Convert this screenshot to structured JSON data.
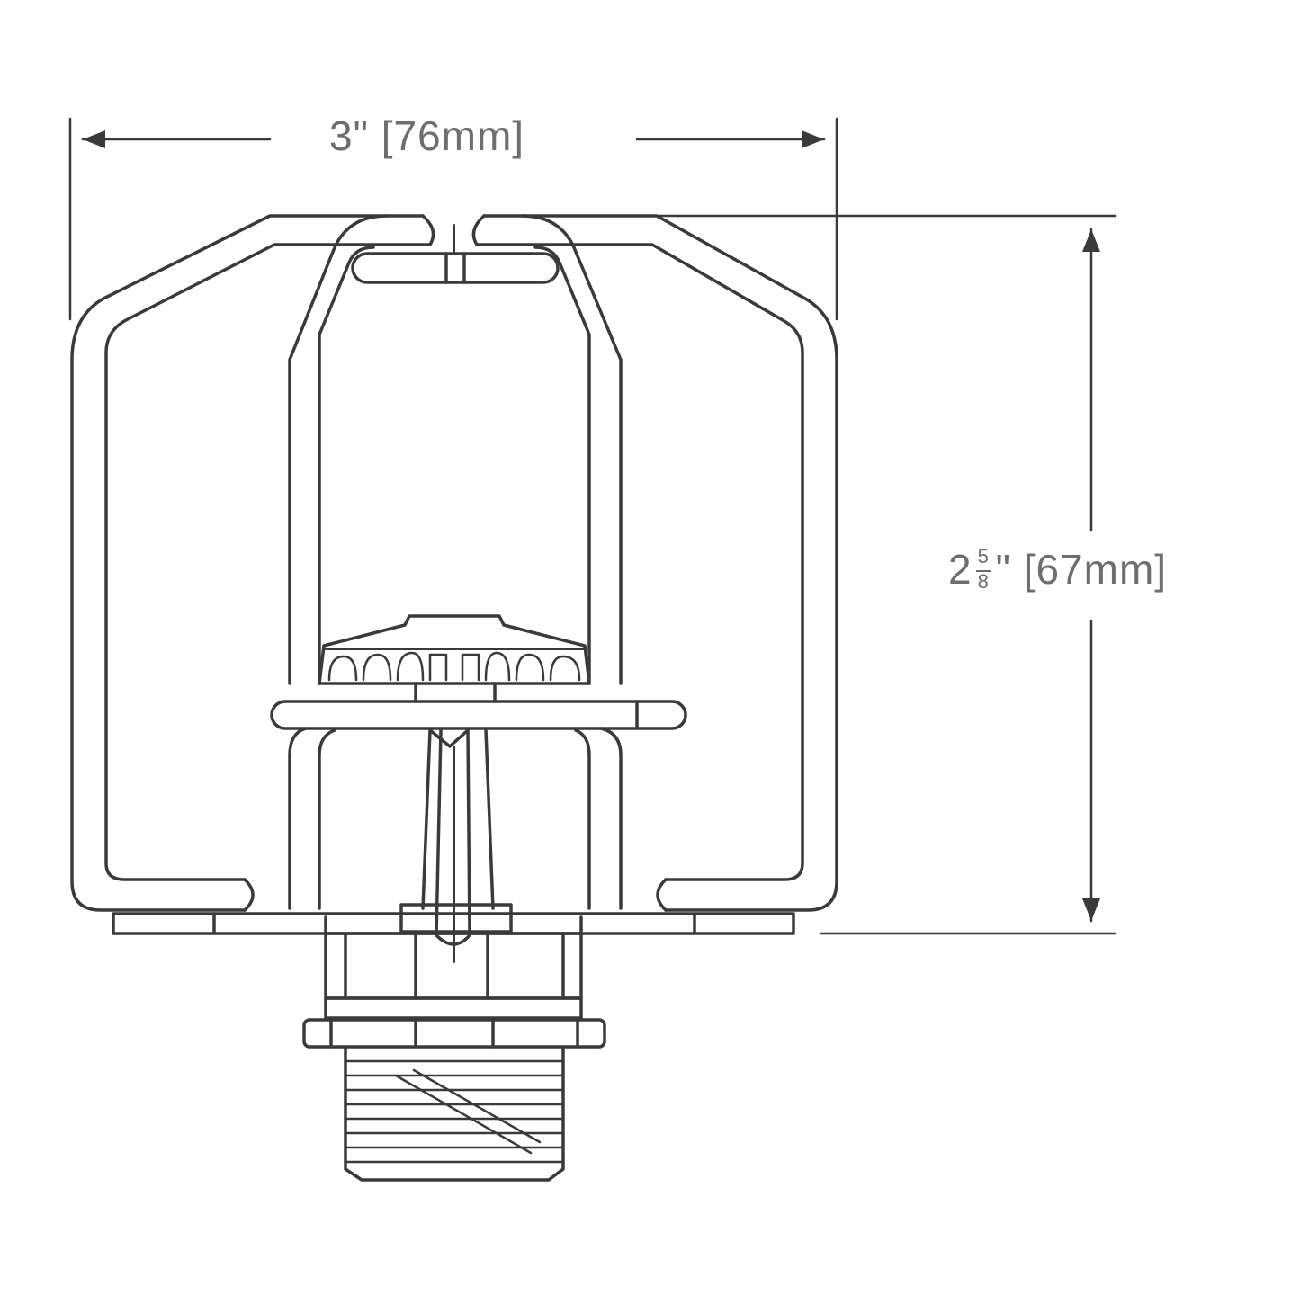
{
  "dimensions": {
    "width": {
      "label": "3\" [76mm]"
    },
    "height": {
      "whole": "2",
      "numerator": "5",
      "denominator": "8",
      "suffix": "\" [67mm]"
    }
  },
  "colors": {
    "outline": "#3a3a3a",
    "dimension_text": "#6e6e6e",
    "background": "#ffffff"
  }
}
